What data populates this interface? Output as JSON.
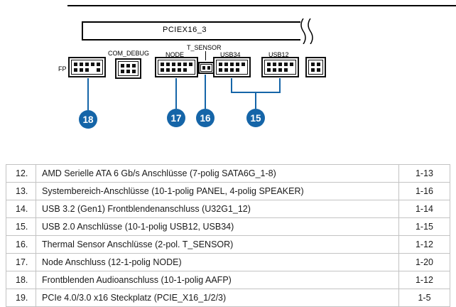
{
  "accent_color": "#1565a8",
  "diagram": {
    "slot_label": "PCIEX16_3",
    "labels": {
      "aafp_partial": "FP",
      "com_debug": "COM_DEBUG",
      "node": "NODE",
      "t_sensor": "T_SENSOR",
      "usb34": "USB34",
      "usb12": "USB12"
    },
    "callouts": [
      {
        "number": "18"
      },
      {
        "number": "17"
      },
      {
        "number": "16"
      },
      {
        "number": "15"
      }
    ]
  },
  "table": {
    "rows": [
      {
        "num": "12.",
        "desc": "AMD Serielle ATA 6 Gb/s Anschlüsse (7-polig SATA6G_1-8)",
        "page": "1-13"
      },
      {
        "num": "13.",
        "desc": "Systembereich-Anschlüsse (10-1-polig PANEL, 4-polig SPEAKER)",
        "page": "1-16"
      },
      {
        "num": "14.",
        "desc": "USB 3.2 (Gen1) Frontblendenanschluss (U32G1_12)",
        "page": "1-14"
      },
      {
        "num": "15.",
        "desc": "USB 2.0 Anschlüsse (10-1-polig USB12, USB34)",
        "page": "1-15"
      },
      {
        "num": "16.",
        "desc": "Thermal Sensor Anschlüsse (2-pol. T_SENSOR)",
        "page": "1-12"
      },
      {
        "num": "17.",
        "desc": "Node Anschluss (12-1-polig NODE)",
        "page": "1-20"
      },
      {
        "num": "18.",
        "desc": "Frontblenden Audioanschluss (10-1-polig AAFP)",
        "page": "1-12"
      },
      {
        "num": "19.",
        "desc": "PCIe 4.0/3.0 x16 Steckplatz (PCIE_X16_1/2/3)",
        "page": "1-5"
      }
    ]
  }
}
